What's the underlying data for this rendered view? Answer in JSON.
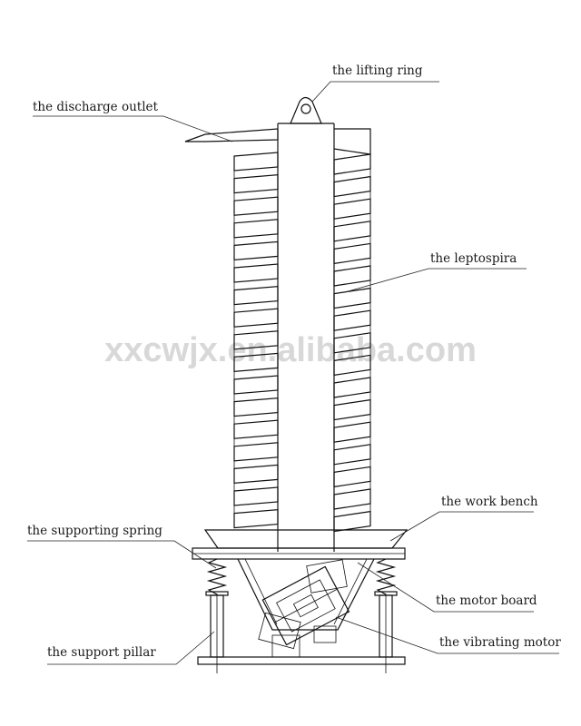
{
  "watermark": "xxcwjx.en.alibaba.com",
  "labels": {
    "lifting_ring": "the lifting ring",
    "discharge_outlet": "the discharge outlet",
    "leptospira": "the leptospira",
    "work_bench": "the work bench",
    "supporting_spring": "the supporting spring",
    "motor_board": "the motor board",
    "support_pillar": "the support pillar",
    "vibrating_motor": "the vibrating motor"
  },
  "spiral": {
    "turns": 17
  }
}
